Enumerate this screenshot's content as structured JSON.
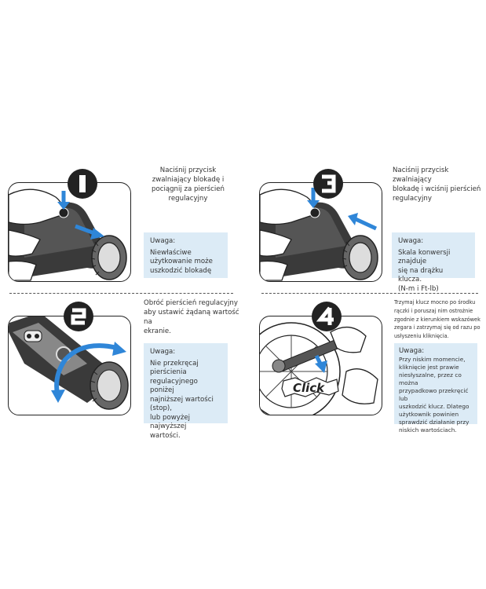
{
  "steps": [
    {
      "number": "1",
      "instruction": "Naciśnij przycisk\nzwalniający blokadę i\npociągnij  za pierścień\nregulacyjny",
      "note_title": "Uwaga:",
      "note_body": "Niewłaściwe\nużytkowanie może\nuszkodzić blokadę"
    },
    {
      "number": "2",
      "instruction": "Obróć pierścień regulacyjny\naby ustawić żądaną wartość na\nekranie.",
      "note_title": "Uwaga:",
      "note_body": "Nie przekręcaj  pierścienia\nregulacyjnego poniżej\nnajniższej wartości (stop),\nlub powyżej najwyższej\nwartości."
    },
    {
      "number": "3",
      "instruction": "Naciśnij przycisk zwalniający\nblokadę i wciśnij pierścień\nregulacyjny",
      "note_title": "Uwaga:",
      "note_body": "Skala konwersji znajduje\nsię na drążku klucza.\n(N-m  i Ft-lb)"
    },
    {
      "number": "4",
      "instruction": "Trzymaj klucz mocno po środku\nrączki i poruszaj nim ostrożnie\nzgodnie z kierunkiem wskazówek\nzegara i zatrzymaj się od razu po\nusłyszeniu kliknięcia.",
      "note_title": "Uwaga:",
      "note_body": "Przy niskim momencie,\nkliknięcie jest prawie\nniesłyszalne, przez co można\nprzypadkowo przekręcić lub\nuszkodzić klucz. Dlatego\nużytkownik powinien\nsprawdzić działanie przy\nniskich wartościach."
    }
  ],
  "click_label": "Click",
  "colors": {
    "note_bg": "#dcebf6",
    "arrow_blue": "#2f86d8",
    "badge": "#222222"
  },
  "icons": [
    "hand-icon",
    "wrench-icon",
    "arrow-icon",
    "lock-button-icon"
  ]
}
